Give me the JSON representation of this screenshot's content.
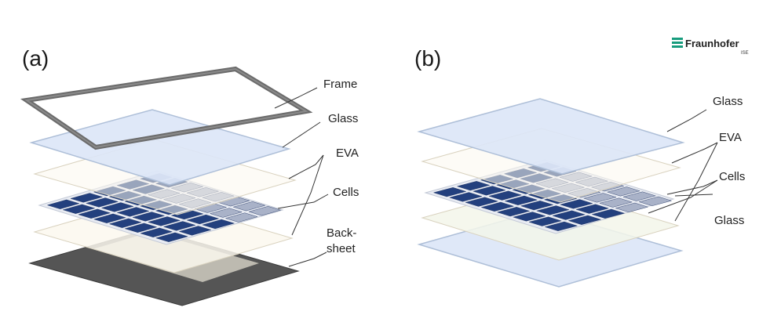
{
  "panels": {
    "a": {
      "label": "(a)",
      "callouts": {
        "frame": "Frame",
        "glass": "Glass",
        "eva": "EVA",
        "cells": "Cells",
        "backsheet_line1": "Back-",
        "backsheet_line2": "sheet"
      }
    },
    "b": {
      "label": "(b)",
      "callouts": {
        "glass_top": "Glass",
        "eva": "EVA",
        "cells": "Cells",
        "glass_bottom": "Glass"
      }
    }
  },
  "logo": {
    "name": "Fraunhofer",
    "sub": "ISE",
    "icon": "fraunhofer-logo-icon",
    "color": "#179c7d"
  },
  "colors": {
    "frame": "#6b6b6b",
    "glass": "#dbe6f7",
    "glass_edge": "#aebfd8",
    "eva": "#fbf8ee",
    "eva_edge": "#d9d2bf",
    "cell": "#23407e",
    "cell_edge": "#ffffff",
    "backsheet": "#555555"
  }
}
